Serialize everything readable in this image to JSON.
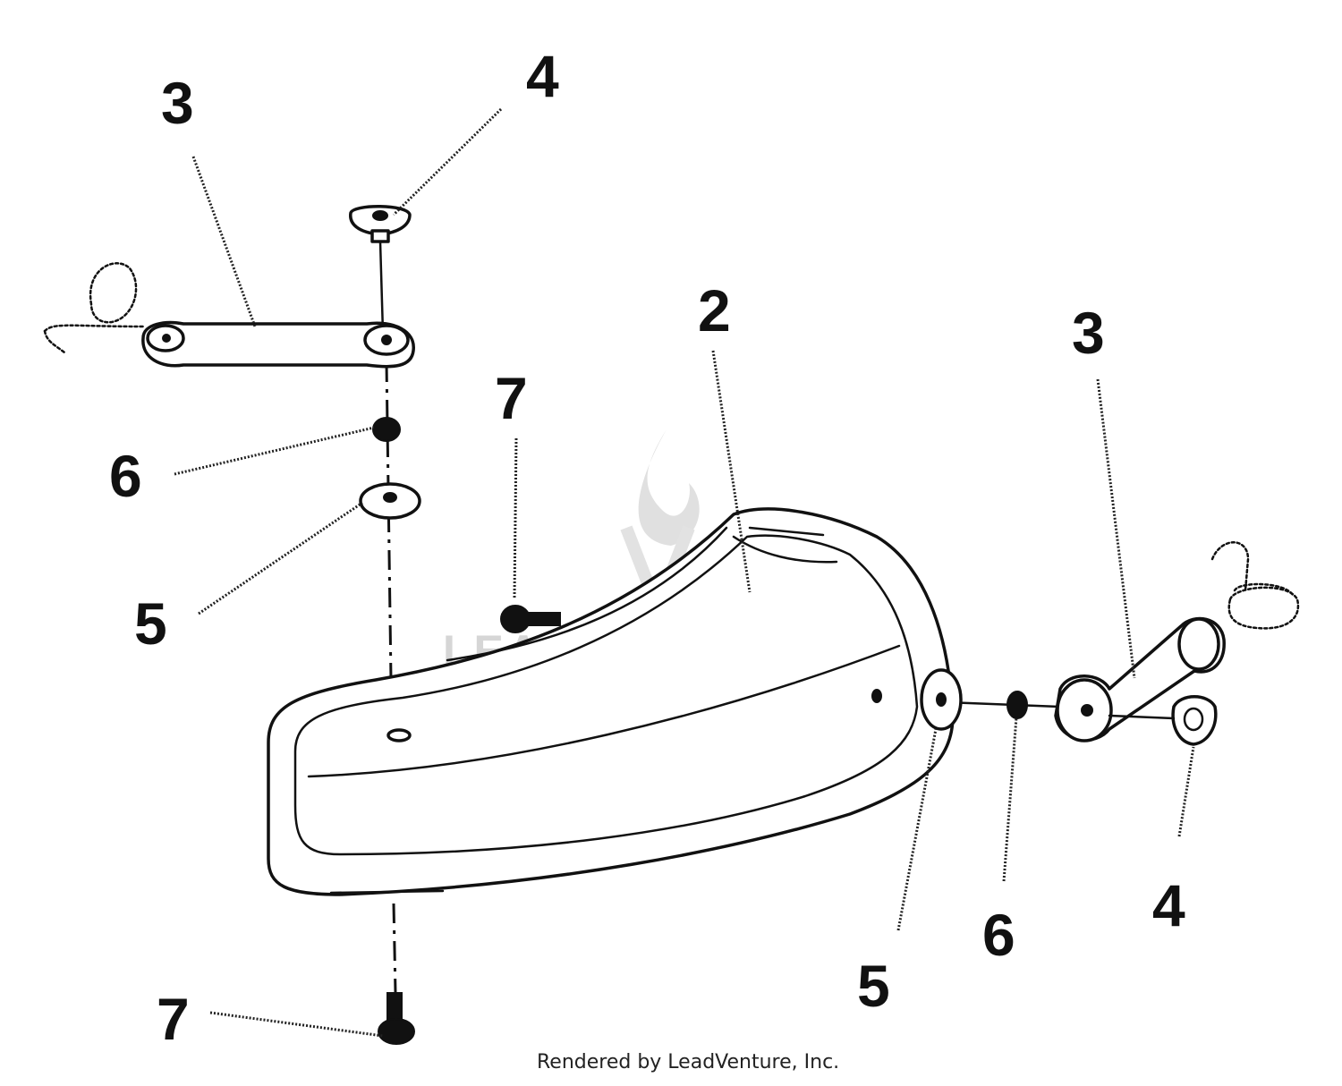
{
  "callouts": {
    "label_3_left": "3",
    "label_4_top": "4",
    "label_2": "2",
    "label_3_right": "3",
    "label_7_mid": "7",
    "label_6_left": "6",
    "label_5_left": "5",
    "label_5_right": "5",
    "label_6_right": "6",
    "label_4_right": "4",
    "label_7_bottom": "7"
  },
  "watermark": {
    "text": "LEADVENTURE"
  },
  "footer": {
    "credit": "Rendered by LeadVenture, Inc."
  }
}
